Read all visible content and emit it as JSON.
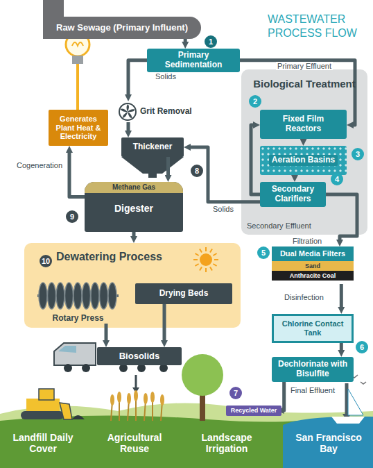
{
  "diagram": {
    "title": "WASTEWATER PROCESS FLOW",
    "nodes": [
      {
        "text": [
          "Raw Sewage (Primary Influent)"
        ]
      },
      {
        "text": [
          "Primary Sedimentation"
        ]
      },
      {
        "text": [
          "Biological Treatment"
        ]
      },
      {
        "text": [
          "Fixed Film Reactors"
        ],
        "in": 2
      },
      {
        "text": [
          "Aeration Basins"
        ],
        "in": 2
      },
      {
        "text": [
          "Secondary Clarifiers"
        ],
        "in": 2
      },
      {
        "text": [
          "Grit Removal"
        ]
      },
      {
        "text": [
          "Thickener"
        ]
      },
      {
        "text": [
          "Methane Gas",
          "Digester"
        ]
      },
      {
        "text": [
          "Generates Plant Heat & Electricity"
        ]
      },
      {
        "text": [
          "Dewatering Process"
        ]
      },
      {
        "text": [
          "Rotary Press"
        ],
        "in": 10
      },
      {
        "text": [
          "Drying Beds"
        ],
        "in": 10
      },
      {
        "text": [
          "Biosolids"
        ]
      },
      {
        "text": [
          "Dual Media Filters",
          "Sand",
          "Anthracite Coal"
        ]
      },
      {
        "text": [
          "Chlorine Contact Tank"
        ]
      },
      {
        "text": [
          "Dechlorinate with Bisulfite"
        ]
      },
      {
        "text": [
          "Recycled Water"
        ]
      }
    ],
    "edges": [
      {
        "from": 0,
        "to": 1,
        "arrow": "to"
      },
      {
        "from": 1,
        "to": 3,
        "label": "Primary Effluent",
        "arrow": "to"
      },
      {
        "from": 3,
        "to": 4,
        "arrow": "to"
      },
      {
        "from": 4,
        "to": 5,
        "arrow": "to"
      },
      {
        "from": 5,
        "to": 3,
        "arrow": "to"
      },
      {
        "from": 5,
        "to": 14,
        "label": "Filtration",
        "arrow": "to"
      },
      {
        "from": 14,
        "to": 15,
        "label": "Disinfection",
        "arrow": "to"
      },
      {
        "from": 15,
        "to": 16,
        "arrow": "to"
      },
      {
        "from": 16,
        "to": 17,
        "arrow": "to"
      },
      {
        "from": 1,
        "to": 6,
        "label": "Solids",
        "arrow": "to"
      },
      {
        "from": 6,
        "to": 7,
        "arrow": "to"
      },
      {
        "from": 7,
        "to": 8,
        "arrow": "to"
      },
      {
        "from": 5,
        "to": 7,
        "label": "Solids",
        "arrow": "to"
      },
      {
        "from": 8,
        "to": 9,
        "label": "Cogeneration",
        "arrow": "to"
      },
      {
        "from": 8,
        "to": 10,
        "arrow": "to"
      },
      {
        "from": 11,
        "to": 13,
        "arrow": "to"
      },
      {
        "from": 12,
        "to": 13,
        "arrow": "to"
      }
    ],
    "labels": [
      "1",
      "2",
      "3",
      "4",
      "5",
      "6",
      "7",
      "8",
      "9",
      "10",
      "Secondary Effluent",
      "Final Effluent",
      "Landfill Daily Cover",
      "Agricultural Reuse",
      "Landscape Irrigation",
      "San Francisco Bay"
    ]
  }
}
